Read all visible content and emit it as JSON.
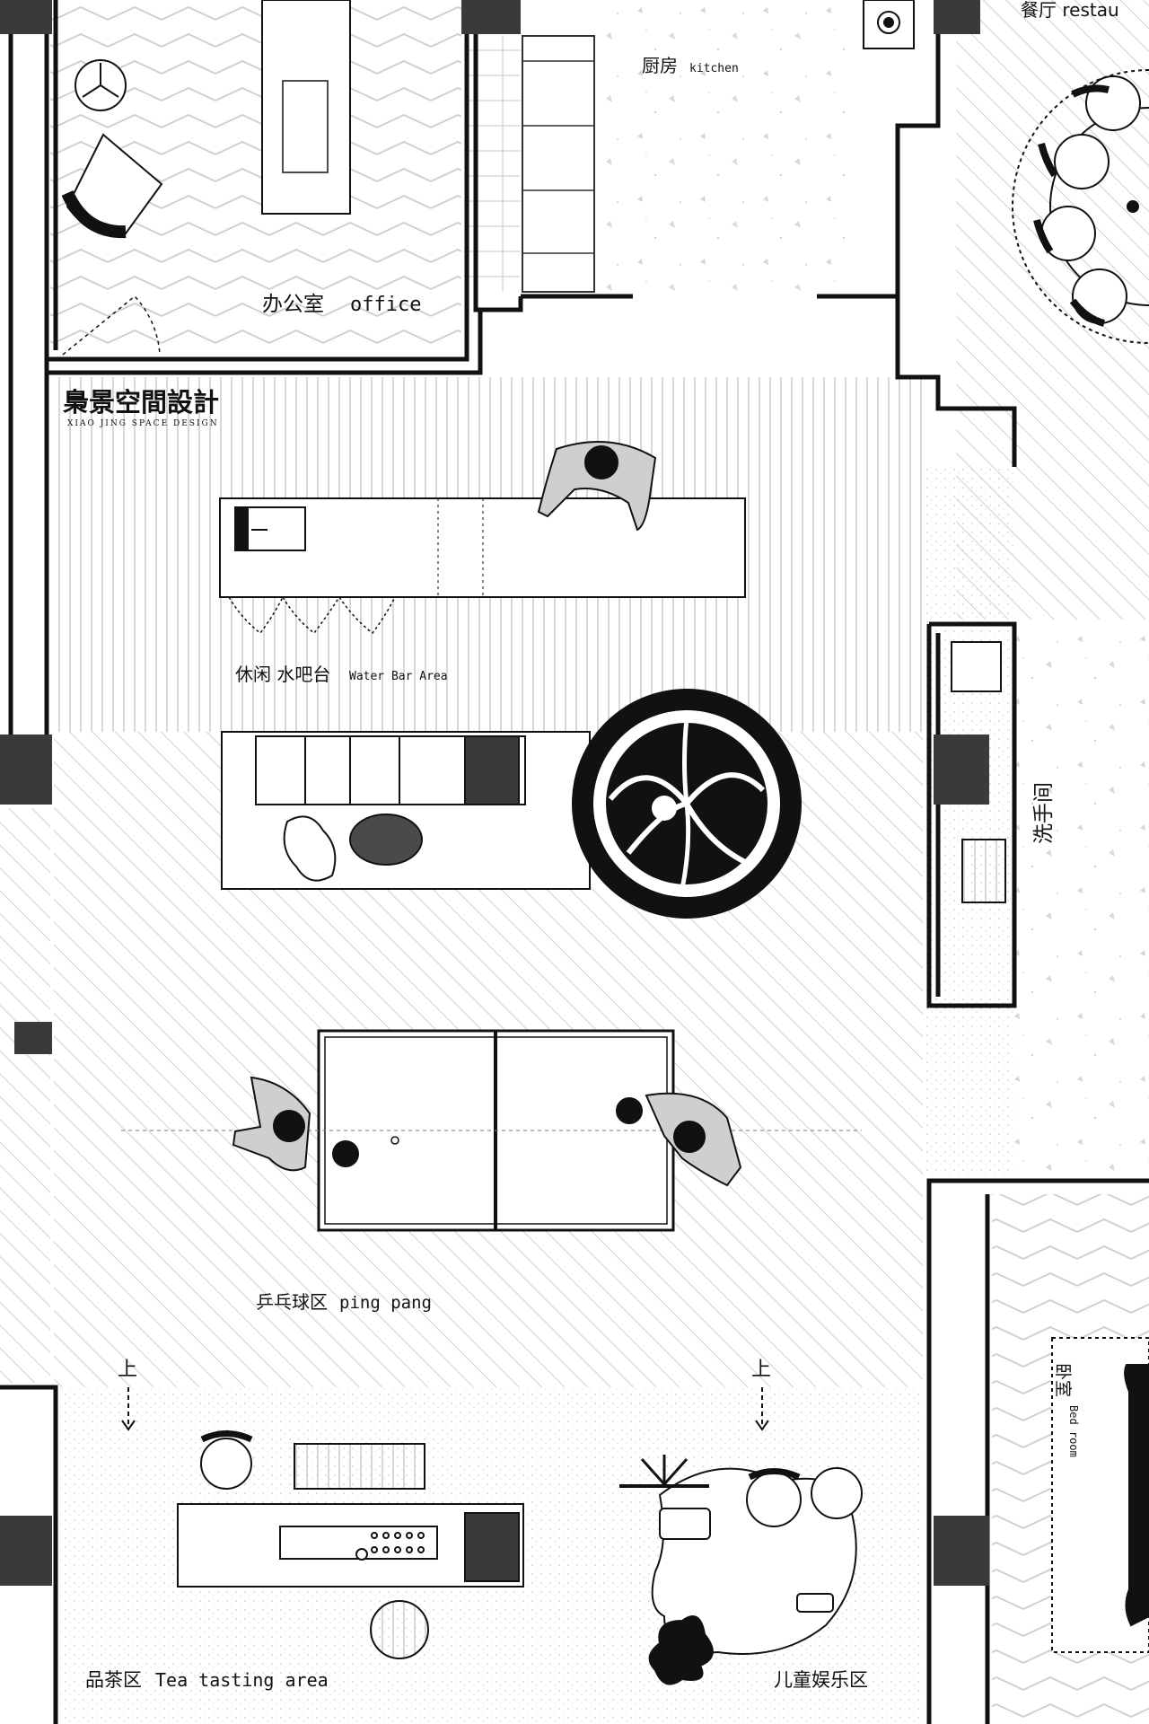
{
  "brand": {
    "name_cn": "梟景空間設計",
    "name_en": "XIAO JING SPACE DESIGN"
  },
  "rooms": {
    "restaurant": "餐厅  restau",
    "kitchen_cn": "厨房",
    "kitchen_en": "kitchen",
    "office_cn": "办公室",
    "office_en": "office",
    "water_bar_cn": "休闲 水吧台",
    "water_bar_en": "Water Bar Area",
    "restroom_cn": "洗手间",
    "ping_pang_cn": "乒乓球区",
    "ping_pang_en": "ping pang",
    "bedroom_cn": "卧室",
    "bedroom_en": "Bed room",
    "tea_cn": "品茶区",
    "tea_en": "Tea tasting area",
    "kids_cn": "儿童娱乐区"
  },
  "stairs": {
    "up_left": "上",
    "up_right": "上"
  },
  "colors": {
    "wall": "#111111",
    "column": "#3a3a3a",
    "hatch": "#d4d4d4",
    "floor_tone": "#f4f4f4"
  }
}
